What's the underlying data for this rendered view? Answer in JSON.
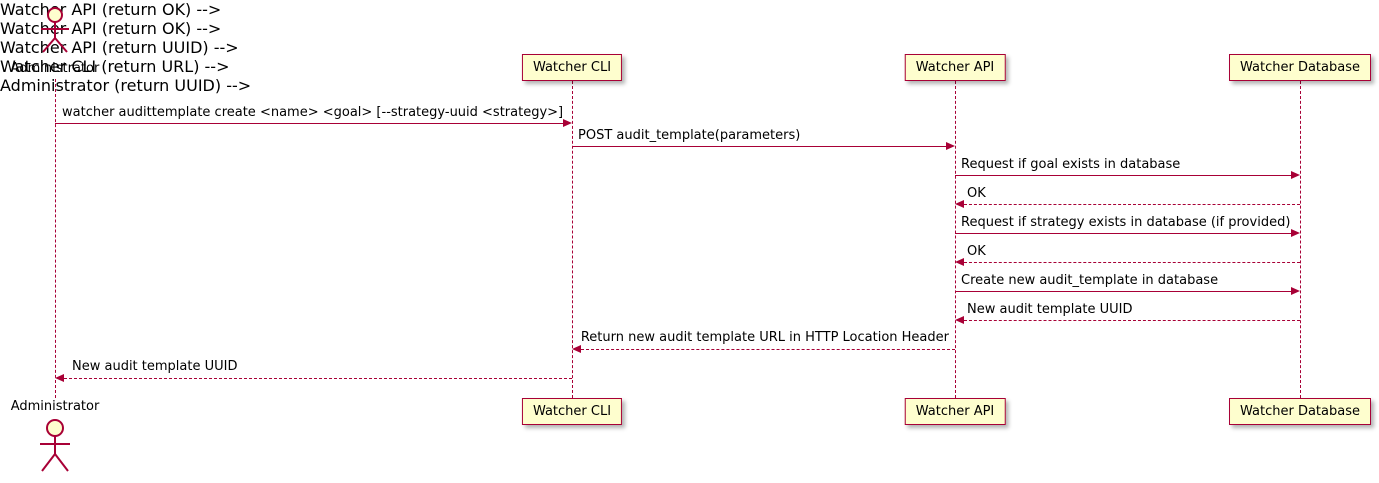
{
  "diagram": {
    "type": "sequence-diagram",
    "participants": [
      {
        "label": "Administrator",
        "kind": "actor"
      },
      {
        "label": "Watcher CLI",
        "kind": "participant"
      },
      {
        "label": "Watcher API",
        "kind": "participant"
      },
      {
        "label": "Watcher Database",
        "kind": "participant"
      }
    ],
    "messages": [
      {
        "from": "Administrator",
        "to": "Watcher CLI",
        "label": "watcher audittemplate create <name> <goal> [--strategy-uuid <strategy>]",
        "line": "solid"
      },
      {
        "from": "Watcher CLI",
        "to": "Watcher API",
        "label": "POST audit_template(parameters)",
        "line": "solid"
      },
      {
        "from": "Watcher API",
        "to": "Watcher Database",
        "label": "Request if goal exists in database",
        "line": "solid"
      },
      {
        "from": "Watcher Database",
        "to": "Watcher API",
        "label": "OK",
        "line": "dashed"
      },
      {
        "from": "Watcher API",
        "to": "Watcher Database",
        "label": "Request if strategy exists in database (if provided)",
        "line": "solid"
      },
      {
        "from": "Watcher Database",
        "to": "Watcher API",
        "label": "OK",
        "line": "dashed"
      },
      {
        "from": "Watcher API",
        "to": "Watcher Database",
        "label": "Create new audit_template in database",
        "line": "solid"
      },
      {
        "from": "Watcher Database",
        "to": "Watcher API",
        "label": "New audit template UUID",
        "line": "dashed"
      },
      {
        "from": "Watcher API",
        "to": "Watcher CLI",
        "label": "Return new audit template URL in HTTP Location Header",
        "line": "dashed"
      },
      {
        "from": "Watcher CLI",
        "to": "Administrator",
        "label": "New audit template UUID",
        "line": "dashed"
      }
    ],
    "colors": {
      "box_fill": "#FEFECE",
      "line_and_border": "#A80036",
      "text": "#000000",
      "background": "#FFFFFF"
    }
  }
}
